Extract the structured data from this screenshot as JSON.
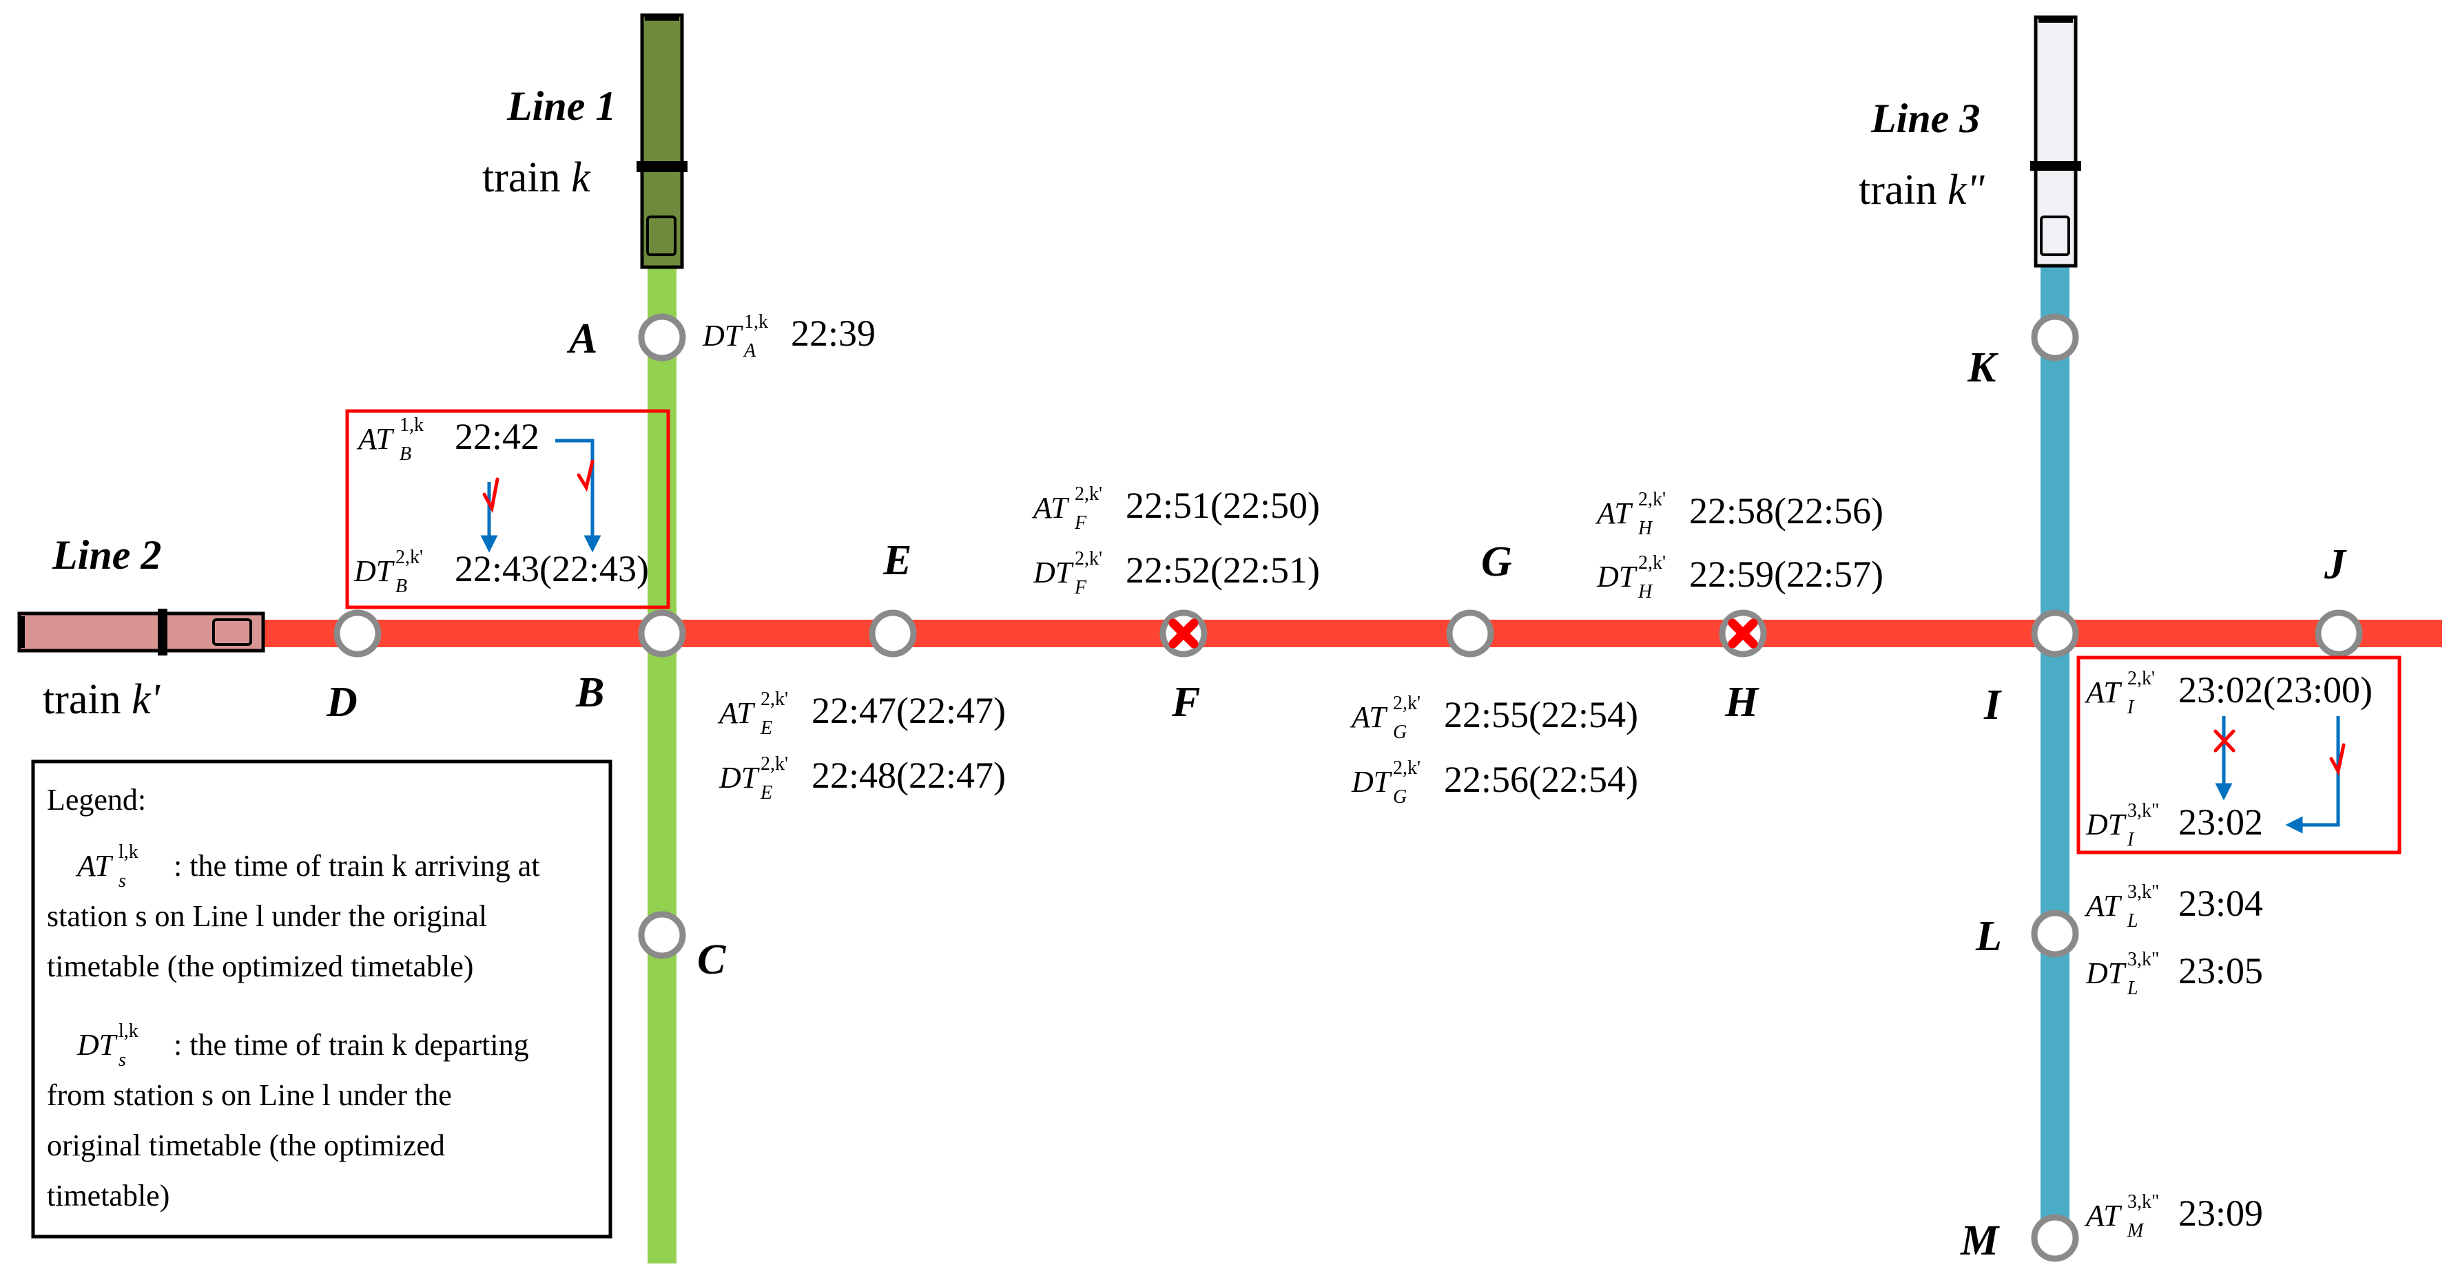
{
  "colors": {
    "line1": "#92d050",
    "line2": "#ff4433",
    "line3": "#4bacc6",
    "train1": "#6e8b3d",
    "train2": "#d99594",
    "train3": "#f2f0f5",
    "station_stroke": "#8a8a8a",
    "box": "#ff0000",
    "arrow": "#0070c0",
    "check": "#ff0000"
  },
  "lines": {
    "line1": "Line 1",
    "line2": "Line 2",
    "line3": "Line 3"
  },
  "trains": {
    "line1_prefix": "train ",
    "line1_var": "k",
    "line2_prefix": "train ",
    "line2_var": "k'",
    "line3_prefix": "train ",
    "line3_var": "k\""
  },
  "stations": {
    "A": "A",
    "B": "B",
    "C": "C",
    "D": "D",
    "E": "E",
    "F": "F",
    "G": "G",
    "H": "H",
    "I": "I",
    "J": "J",
    "K": "K",
    "L": "L",
    "M": "M"
  },
  "times": {
    "A_dt": {
      "base": "DT",
      "sup": "1,k",
      "sub": "A",
      "value": "22:39"
    },
    "B_at": {
      "base": "AT",
      "sup": "1,k",
      "sub": "B",
      "value": "22:42"
    },
    "B_dt": {
      "base": "DT",
      "sup": "2,k'",
      "sub": "B",
      "value": "22:43(22:43)"
    },
    "E_at": {
      "base": "AT",
      "sup": "2,k'",
      "sub": "E",
      "value": "22:47(22:47)"
    },
    "E_dt": {
      "base": "DT",
      "sup": "2,k'",
      "sub": "E",
      "value": "22:48(22:47)"
    },
    "F_at": {
      "base": "AT",
      "sup": "2,k'",
      "sub": "F",
      "value": "22:51(22:50)"
    },
    "F_dt": {
      "base": "DT",
      "sup": "2,k'",
      "sub": "F",
      "value": "22:52(22:51)"
    },
    "G_at": {
      "base": "AT",
      "sup": "2,k'",
      "sub": "G",
      "value": "22:55(22:54)"
    },
    "G_dt": {
      "base": "DT",
      "sup": "2,k'",
      "sub": "G",
      "value": "22:56(22:54)"
    },
    "H_at": {
      "base": "AT",
      "sup": "2,k'",
      "sub": "H",
      "value": "22:58(22:56)"
    },
    "H_dt": {
      "base": "DT",
      "sup": "2,k'",
      "sub": "H",
      "value": "22:59(22:57)"
    },
    "I_at": {
      "base": "AT",
      "sup": "2,k'",
      "sub": "I",
      "value": "23:02(23:00)"
    },
    "I_dt": {
      "base": "DT",
      "sup": "3,k\"",
      "sub": "I",
      "value": "23:02"
    },
    "L_at": {
      "base": "AT",
      "sup": "3,k\"",
      "sub": "L",
      "value": "23:04"
    },
    "L_dt": {
      "base": "DT",
      "sup": "3,k\"",
      "sub": "L",
      "value": "23:05"
    },
    "M_at": {
      "base": "AT",
      "sup": "3,k\"",
      "sub": "M",
      "value": "23:09"
    }
  },
  "legend": {
    "title": "Legend:",
    "at_symbol": {
      "base": "AT",
      "sup": "l,k",
      "sub": "s"
    },
    "at_lines": [
      ": the time of train k arriving at",
      "station s on Line l under the original",
      "timetable (the optimized timetable)"
    ],
    "dt_symbol": {
      "base": "DT",
      "sup": "l,k",
      "sub": "s"
    },
    "dt_lines": [
      ": the time of train k departing",
      "from station s on Line l under the",
      "original timetable (the optimized",
      "timetable)"
    ]
  }
}
